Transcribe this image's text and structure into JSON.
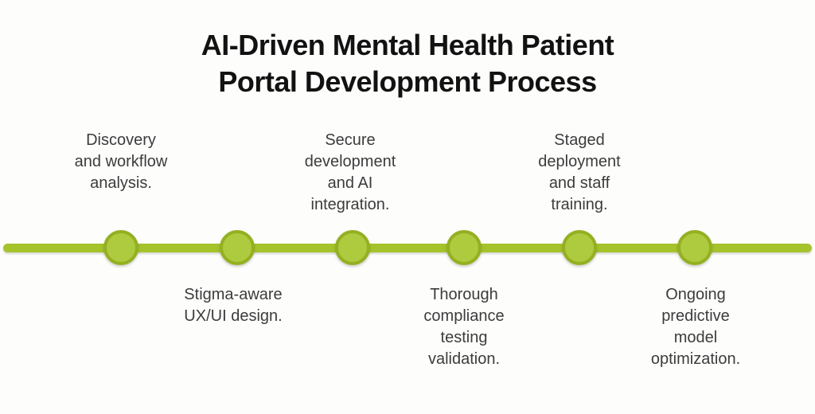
{
  "title": {
    "line1": "AI-Driven Mental Health Patient",
    "line2": "Portal Development Process"
  },
  "timeline": {
    "steps": [
      {
        "index": 1,
        "position": "above",
        "label": "Discovery\nand workflow\nanalysis."
      },
      {
        "index": 2,
        "position": "below",
        "label": "Stigma-aware\nUX/UI design."
      },
      {
        "index": 3,
        "position": "above",
        "label": "Secure\ndevelopment\nand AI\nintegration."
      },
      {
        "index": 4,
        "position": "below",
        "label": "Thorough\ncompliance\ntesting\nvalidation."
      },
      {
        "index": 5,
        "position": "above",
        "label": "Staged\ndeployment\nand staff\ntraining."
      },
      {
        "index": 6,
        "position": "below",
        "label": "Ongoing\npredictive\nmodel\noptimization."
      }
    ],
    "colors": {
      "line": "#a5c32b",
      "node_fill": "#aeca3e",
      "node_ring": "#94b021",
      "title_text": "#121212",
      "label_text": "#3c3c3c",
      "background": "#fdfdfc"
    }
  }
}
